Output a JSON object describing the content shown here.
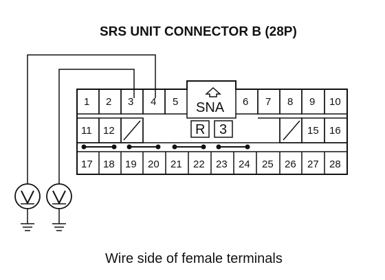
{
  "title": "SRS UNIT CONNECTOR B (28P)",
  "caption": "Wire side of female terminals",
  "connector": {
    "row1": [
      "1",
      "2",
      "3",
      "4",
      "5",
      "6",
      "7",
      "8",
      "9",
      "10"
    ],
    "row2_left": [
      "11",
      "12"
    ],
    "row2_right": [
      "15",
      "16"
    ],
    "row3": [
      "17",
      "18",
      "19",
      "20",
      "21",
      "22",
      "23",
      "24",
      "25",
      "26",
      "27",
      "28"
    ],
    "key_label": "SNA",
    "marker_r": "R",
    "marker_3": "3"
  },
  "meters": [
    {
      "symbol": "V"
    },
    {
      "symbol": "V"
    }
  ],
  "probes": [
    {
      "terminal": "3"
    },
    {
      "terminal": "4"
    }
  ],
  "shorting_bars": [
    [
      "17",
      "18"
    ],
    [
      "19",
      "20"
    ],
    [
      "21",
      "22"
    ],
    [
      "23",
      "24"
    ]
  ]
}
